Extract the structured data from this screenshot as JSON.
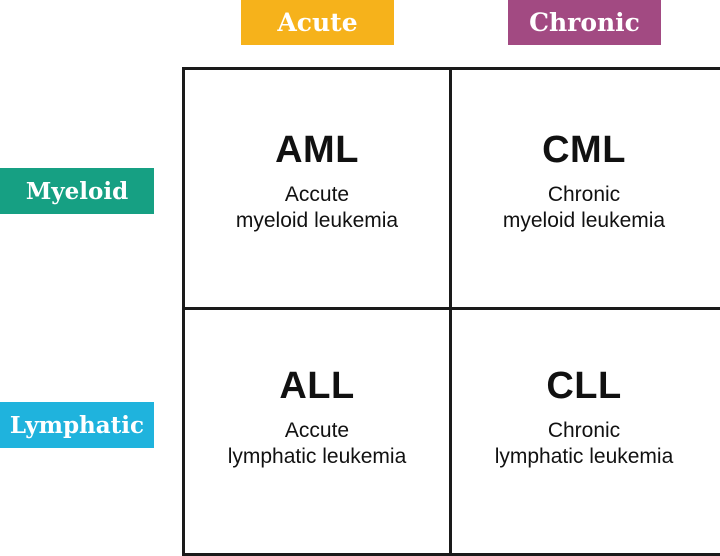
{
  "columns": [
    {
      "label": "Acute",
      "color": "#F6B21B"
    },
    {
      "label": "Chronic",
      "color": "#A24A82"
    }
  ],
  "rows": [
    {
      "label": "Myeloid",
      "color": "#16A083"
    },
    {
      "label": "Lymphatic",
      "color": "#1FB3DD"
    }
  ],
  "cells": {
    "aml": {
      "abbr": "AML",
      "line1": "Accute",
      "line2": "myeloid leukemia"
    },
    "cml": {
      "abbr": "CML",
      "line1": "Chronic",
      "line2": "myeloid leukemia"
    },
    "all": {
      "abbr": "ALL",
      "line1": "Accute",
      "line2": "lymphatic leukemia"
    },
    "cll": {
      "abbr": "CLL",
      "line1": "Chronic",
      "line2": "lymphatic leukemia"
    }
  }
}
